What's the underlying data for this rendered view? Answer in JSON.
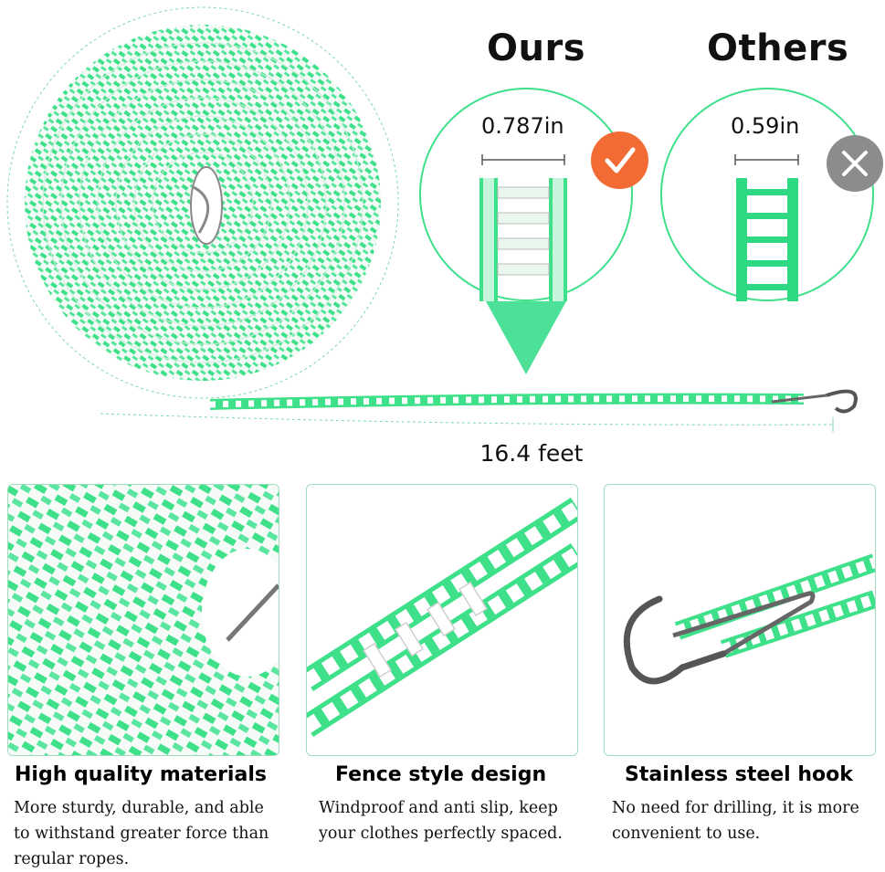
{
  "comparison": {
    "ours_label": "Ours",
    "others_label": "Others",
    "ours_width": "0.787in",
    "others_width": "0.59in",
    "ours_badge_icon": "check-icon",
    "others_badge_icon": "cross-icon",
    "ours_badge_color": "#f26b35",
    "others_badge_color": "#8c8c8c"
  },
  "rope": {
    "length_label": "16.4 feet",
    "primary_color": "#3ee08a",
    "secondary_color": "#ffffff"
  },
  "features": [
    {
      "title": "High quality materials",
      "description_lines": [
        "More sturdy, durable, and able",
        "to withstand greater force than",
        "regular ropes."
      ]
    },
    {
      "title": "Fence style design",
      "description_lines": [
        "Windproof and anti slip, keep",
        "your clothes perfectly spaced."
      ]
    },
    {
      "title": "Stainless steel hook",
      "description_lines": [
        "No need for drilling, it is more",
        "convenient to use."
      ]
    }
  ]
}
